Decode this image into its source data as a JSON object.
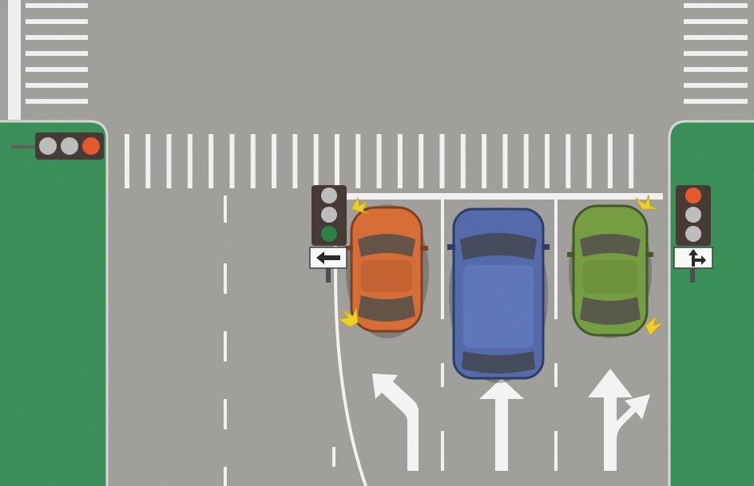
{
  "scene": {
    "colors": {
      "road": "#9e9c98",
      "grass": "#2e8b4f",
      "marking": "#ffffff",
      "car_orange": "#d9662a",
      "car_blue": "#4a62a8",
      "car_green": "#6f9a36",
      "light_red": "#e8501e",
      "light_green": "#1f7a3a",
      "light_off": "#bdbdbd"
    },
    "traffic_lights": [
      {
        "name": "left-horizontal-traffic-light",
        "lit": "red"
      },
      {
        "name": "left-turn-traffic-light",
        "lit": "green",
        "sign_icon": "left-arrow-icon"
      },
      {
        "name": "right-traffic-light",
        "lit": "red",
        "sign_icon": "straight-right-arrow-icon"
      }
    ],
    "cars": [
      {
        "name": "orange-car",
        "color": "orange",
        "turn_signal": "left"
      },
      {
        "name": "blue-van",
        "color": "blue",
        "turn_signal": "none"
      },
      {
        "name": "green-car",
        "color": "green",
        "turn_signal": "right"
      }
    ],
    "lane_arrows": [
      "left-turn",
      "straight",
      "straight-or-right"
    ]
  }
}
